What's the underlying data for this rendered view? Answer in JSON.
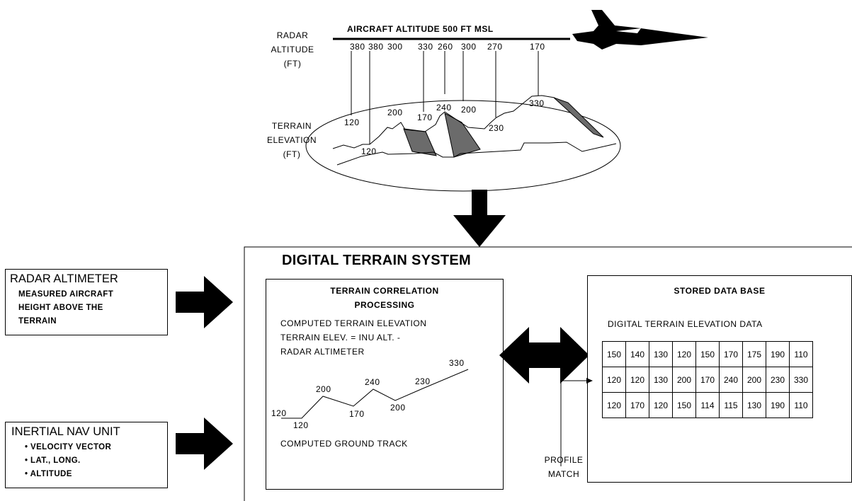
{
  "top_scene": {
    "radar_label_lines": [
      "RADAR",
      "ALTITUDE",
      "(FT)"
    ],
    "terrain_label_lines": [
      "TERRAIN",
      "ELEVATION",
      "(FT)"
    ],
    "aircraft_altitude_label": "AIRCRAFT  ALTITUDE 500 FT MSL",
    "radar_readings": [
      "380",
      "380",
      "300",
      "330",
      "260",
      "300",
      "270",
      "170"
    ],
    "terrain_readings": [
      "120",
      "120",
      "200",
      "170",
      "240",
      "200",
      "230",
      "330"
    ]
  },
  "system": {
    "title": "DIGITAL TERRAIN SYSTEM"
  },
  "radar_altimeter": {
    "title": "RADAR ALTIMETER",
    "lines": [
      "MEASURED AIRCRAFT",
      "HEIGHT ABOVE THE",
      "TERRAIN"
    ]
  },
  "inertial_nav": {
    "title": "INERTIAL NAV UNIT",
    "bullets": [
      "• VELOCITY VECTOR",
      "• LAT., LONG.",
      "• ALTITUDE"
    ]
  },
  "correlation": {
    "title_lines": [
      "TERRAIN CORRELATION",
      "PROCESSING"
    ],
    "text_lines": [
      "COMPUTED TERRAIN ELEVATION",
      "TERRAIN ELEV. = INU  ALT. -",
      "RADAR ALTIMETER"
    ],
    "profile_values": [
      "120",
      "120",
      "200",
      "170",
      "240",
      "200",
      "230",
      "330"
    ],
    "ground_track_label": "COMPUTED GROUND TRACK"
  },
  "database": {
    "title": "STORED DATA BASE",
    "subtitle": "DIGITAL TERRAIN ELEVATION DATA",
    "rows": [
      [
        "150",
        "140",
        "130",
        "120",
        "150",
        "170",
        "175",
        "190",
        "110"
      ],
      [
        "120",
        "120",
        "130",
        "200",
        "170",
        "240",
        "200",
        "230",
        "330"
      ],
      [
        "120",
        "170",
        "120",
        "150",
        "114",
        "115",
        "130",
        "190",
        "110"
      ]
    ]
  },
  "profile_match_lines": [
    "PROFILE",
    "MATCH"
  ]
}
